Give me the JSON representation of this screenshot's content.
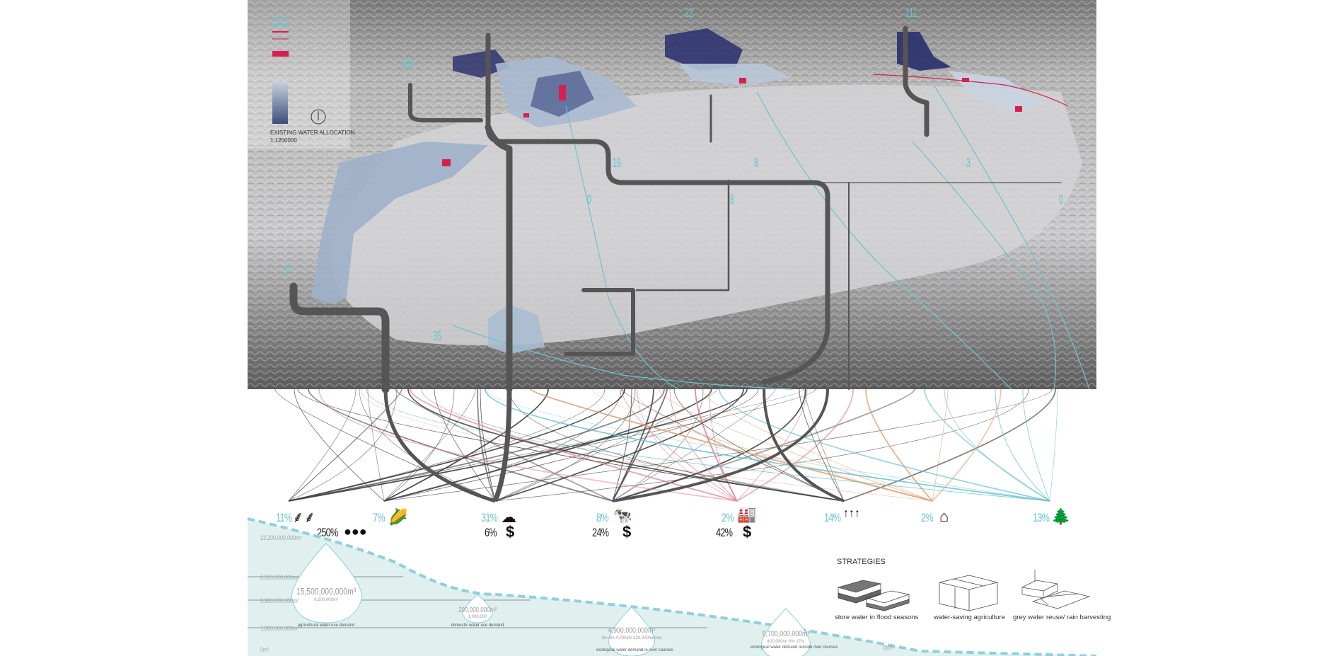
{
  "map": {
    "legend": {
      "title": "EXISTING WATER ALLOCATION",
      "scale": "1:1200000"
    },
    "flow_labels": [
      "180",
      "22",
      "111",
      "19",
      "8",
      "3",
      "0",
      "8",
      "0",
      "37",
      "35"
    ]
  },
  "sectors": [
    {
      "id": "wheat",
      "share": "11%",
      "icon": "wheat-icon",
      "secondary": {
        "value": "250%",
        "icon": "people-icon"
      }
    },
    {
      "id": "corn",
      "share": "7%",
      "icon": "corn-icon"
    },
    {
      "id": "cotton",
      "share": "31%",
      "icon": "cotton-icon",
      "secondary": {
        "value": "6%",
        "icon": "dollar-icon"
      }
    },
    {
      "id": "livestock",
      "share": "8%",
      "icon": "cow-icon",
      "secondary": {
        "value": "24%",
        "icon": "dollar-icon"
      }
    },
    {
      "id": "industry",
      "share": "2%",
      "icon": "factory-icon",
      "secondary": {
        "value": "42%",
        "icon": "dollar-icon"
      }
    },
    {
      "id": "evaporation",
      "share": "14%",
      "icon": "evaporation-icon"
    },
    {
      "id": "domestic",
      "share": "2%",
      "icon": "house-icon"
    },
    {
      "id": "forest",
      "share": "13%",
      "icon": "trees-icon"
    }
  ],
  "demand_chart": {
    "y_labels": [
      "23,200,000,000m²",
      "6,500,000,000m²",
      "6,300,000,000m²",
      "1,800,000,000m²",
      "0m²"
    ],
    "end_label": "0m²",
    "drops": [
      {
        "value": "15,500,000,000m³",
        "sub": "6,200,000m²",
        "caption": "agricultural water use demand"
      },
      {
        "value": "200,000,000m³",
        "sub": "1,000,000",
        "caption": "domestic water use demand"
      },
      {
        "value": "4,900,000,000m³",
        "sub": "3m  6m  4,200km  220,000ha/tree",
        "caption": "ecological water demand in river courses"
      },
      {
        "value": "6,700,000,000m³",
        "sub": "400,000m²   6%   17%",
        "caption": "ecological water demand outside river courses"
      }
    ]
  },
  "strategies": {
    "title": "STRATEGIES",
    "items": [
      {
        "caption": "store water in flood seasons"
      },
      {
        "caption": "water-saving agriculture"
      },
      {
        "caption": "grey water reuse/ rain harvesting"
      }
    ]
  },
  "colors": {
    "cyan": "#6cc3cf",
    "pipe": "#555555",
    "basin_blue": "#2f3470",
    "red": "#d6214f",
    "teal_fill": "#dff0ef"
  }
}
